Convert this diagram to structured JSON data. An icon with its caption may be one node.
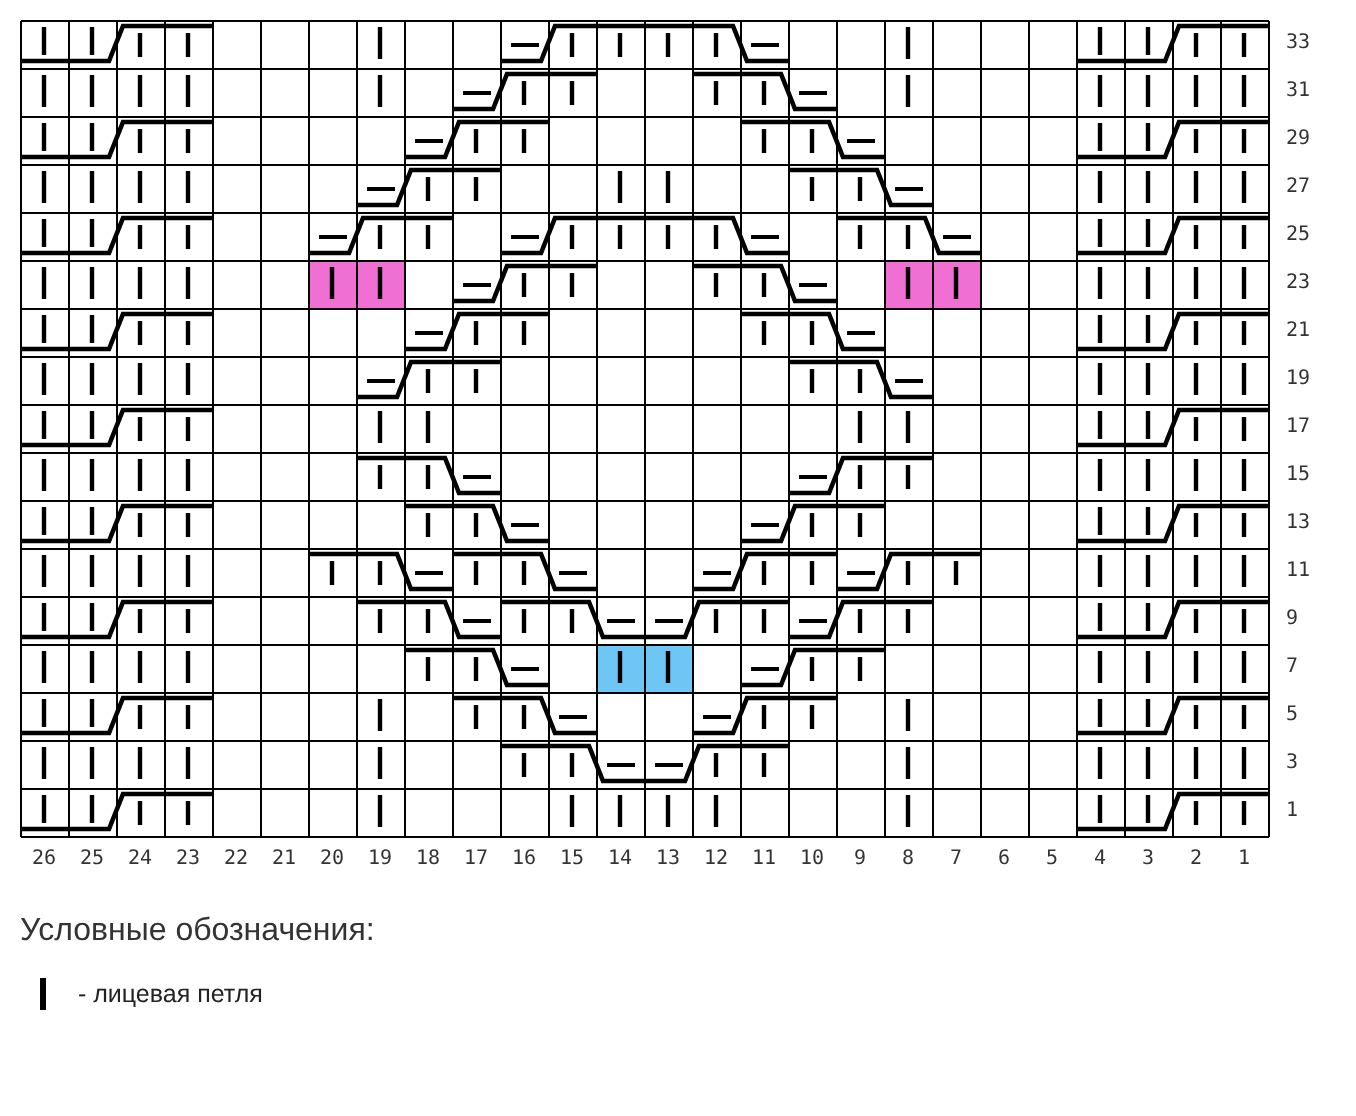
{
  "diagram": {
    "labels": [
      "33",
      "31",
      "29",
      "27",
      "25",
      "23",
      "21",
      "19",
      "17",
      "15",
      "13",
      "11",
      "9",
      "7",
      "5",
      "3",
      "1",
      "26",
      "25",
      "24",
      "23",
      "22",
      "21",
      "20",
      "19",
      "18",
      "17",
      "16",
      "15",
      "14",
      "13",
      "12",
      "11",
      "10",
      "9",
      "8",
      "7",
      "6",
      "5",
      "4",
      "3",
      "2",
      "1",
      "Условные обозначения:"
    ],
    "legend": [
      {
        "text": "- лицевая петля"
      }
    ]
  }
}
